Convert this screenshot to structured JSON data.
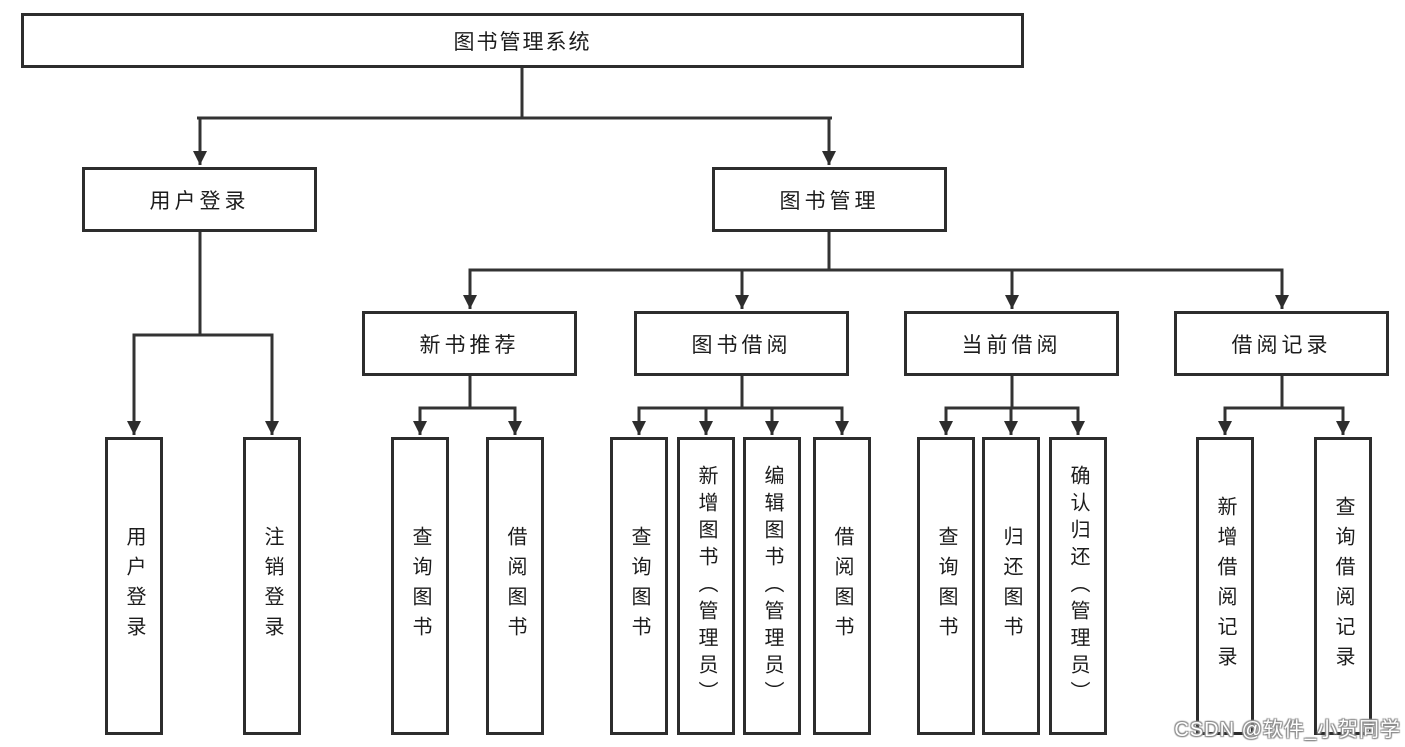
{
  "colors": {
    "line": "#333333",
    "box_border": "#2d2d2d",
    "box_fill": "#ffffff",
    "text": "#1c1c1c",
    "watermark_fill": "#ffffff",
    "watermark_outline": "#8c8c8c"
  },
  "tree": {
    "root": "图书管理系统",
    "children": [
      {
        "label": "用户登录",
        "children": [
          {
            "label": "用户登录"
          },
          {
            "label": "注销登录"
          }
        ]
      },
      {
        "label": "图书管理",
        "children": [
          {
            "label": "新书推荐",
            "children": [
              {
                "label": "查询图书"
              },
              {
                "label": "借阅图书"
              }
            ]
          },
          {
            "label": "图书借阅",
            "children": [
              {
                "label": "查询图书"
              },
              {
                "label": "新增图书（管理员）"
              },
              {
                "label": "编辑图书（管理员）"
              },
              {
                "label": "借阅图书"
              }
            ]
          },
          {
            "label": "当前借阅",
            "children": [
              {
                "label": "查询图书"
              },
              {
                "label": "归还图书"
              },
              {
                "label": "确认归还（管理员）"
              }
            ]
          },
          {
            "label": "借阅记录",
            "children": [
              {
                "label": "新增借阅记录"
              },
              {
                "label": "查询借阅记录"
              }
            ]
          }
        ]
      }
    ]
  },
  "watermark": {
    "text": "CSDN @软件_小贺同学"
  }
}
